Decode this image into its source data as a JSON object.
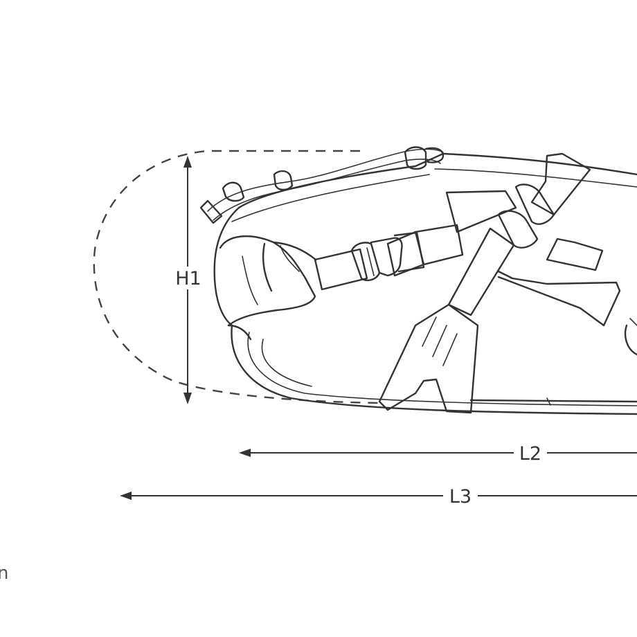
{
  "diagram": {
    "dimension_labels": {
      "h1": "H1",
      "l2": "L2",
      "l3": "L3"
    },
    "corner_fragment": "n",
    "line_color": "#333333",
    "background": "#ffffff"
  }
}
